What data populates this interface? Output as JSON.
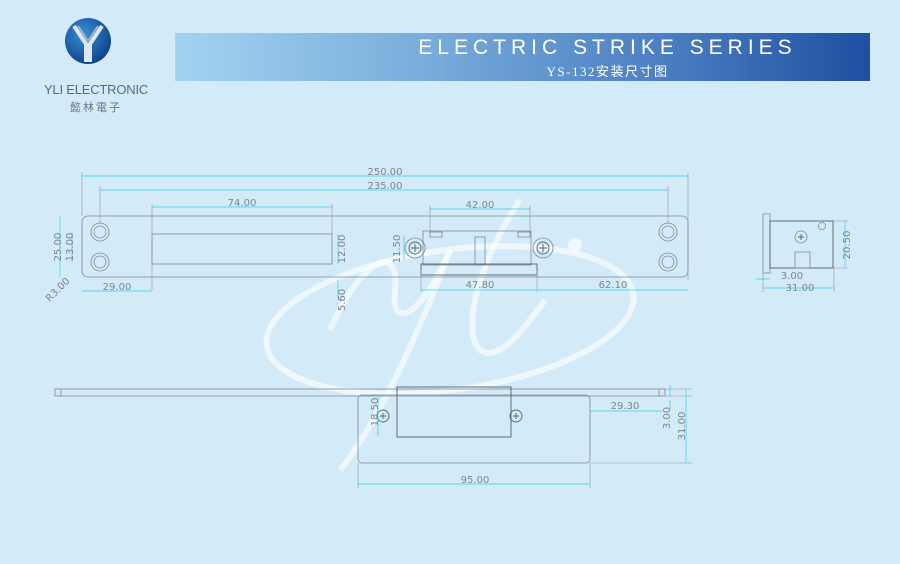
{
  "brand": {
    "name_en": "YLI ELECTRONIC",
    "name_cn": "懿林電子",
    "logo_letter": "Y"
  },
  "header": {
    "title": "ELECTRIC STRIKE SERIES",
    "subtitle": "YS-132安装尺寸图"
  },
  "colors": {
    "background": "#d3ebf8",
    "dimension": "#33d0e6",
    "banner_dark": "#1f4fa1",
    "banner_light": "#a3d3f1"
  },
  "top_view": {
    "overall_length": "250.00",
    "hole_spacing": "235.00",
    "slot_length": "74.00",
    "strike_width": "42.00",
    "plate_height": "25.00",
    "hole_pitch": "13.00",
    "corner_radius": "R3.00",
    "slot_offset": "29.00",
    "slot_height": "12.00",
    "screw_height": "11.50",
    "slot_depth": "5.60",
    "body_length": "47.80",
    "right_offset": "62.10"
  },
  "side_view": {
    "height": "20.50",
    "flange": "3.00",
    "depth": "31.00"
  },
  "bottom_view": {
    "screw_span": "18.50",
    "right_offset": "29.30",
    "thickness": "3.00",
    "overall_height": "31.00",
    "plate_width": "95.00"
  },
  "watermark": "yli"
}
